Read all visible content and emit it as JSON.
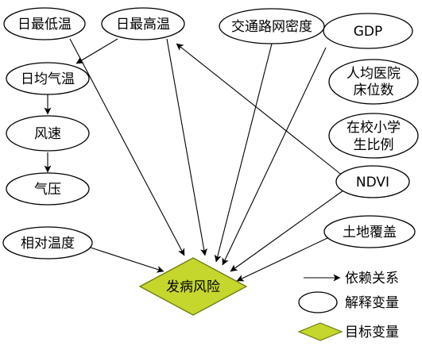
{
  "nodes": {
    "daily_min_temp": "日最低温",
    "daily_max_temp": "日最高温",
    "road_density": "交通路网密度",
    "gdp": "GDP",
    "hospital_beds_line1": "人均医院",
    "hospital_beds_line2": "床位数",
    "pupil_ratio_line1": "在校小学",
    "pupil_ratio_line2": "生比例",
    "daily_mean_temp": "日均气温",
    "wind_speed": "风速",
    "air_pressure": "气压",
    "ndvi": "NDVI",
    "relative_humidity": "相对温度",
    "land_cover": "土地覆盖",
    "disease_risk": "发病风险"
  },
  "legend": {
    "dependency": "依赖关系",
    "explanatory_variable": "解释变量",
    "target_variable": "目标变量"
  },
  "colors": {
    "target_fill": "#c5d62d",
    "target_stroke": "#6b7a10",
    "line": "#000000",
    "node_fill": "#ffffff"
  }
}
